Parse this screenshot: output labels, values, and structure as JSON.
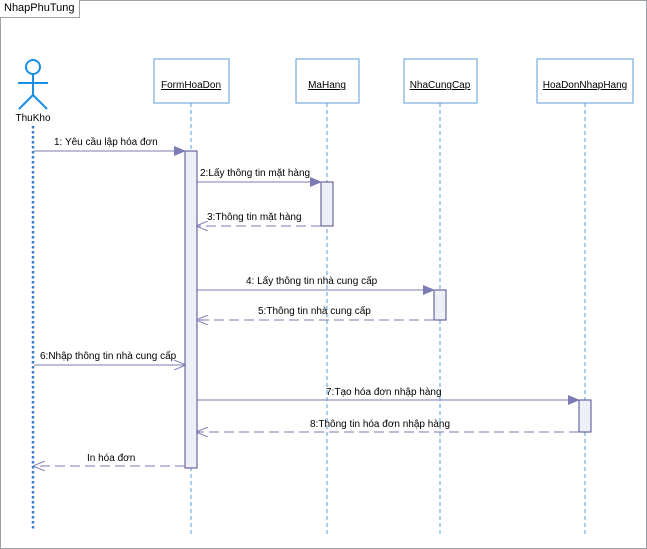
{
  "frame": {
    "title": "NhapPhuTung"
  },
  "actor": {
    "name": "ThuKho"
  },
  "objects": [
    {
      "id": "formhoadon",
      "name": "FormHoaDon"
    },
    {
      "id": "mahang",
      "name": "MaHang"
    },
    {
      "id": "nhacungcap",
      "name": "NhaCungCap"
    },
    {
      "id": "hoadonnhaphang",
      "name": "HoaDonNhapHang"
    }
  ],
  "messages": [
    {
      "label": "1: Yêu cầu lập hóa đơn",
      "kind": "sync"
    },
    {
      "label": "2:Lấy thông tin mặt hàng",
      "kind": "sync"
    },
    {
      "label": "3:Thông tin mặt hàng",
      "kind": "return"
    },
    {
      "label": "4: Lấy thông tin nhà cung cấp",
      "kind": "sync"
    },
    {
      "label": "5:Thông tin nhà cung cấp",
      "kind": "return"
    },
    {
      "label": "6:Nhập thông tin nhà cung cấp",
      "kind": "sync"
    },
    {
      "label": "7:Tạo hóa đơn nhập hàng",
      "kind": "sync"
    },
    {
      "label": "8:Thông tin hóa đơn nhập hàng",
      "kind": "return"
    },
    {
      "label": "In hóa đơn",
      "kind": "return"
    }
  ]
}
